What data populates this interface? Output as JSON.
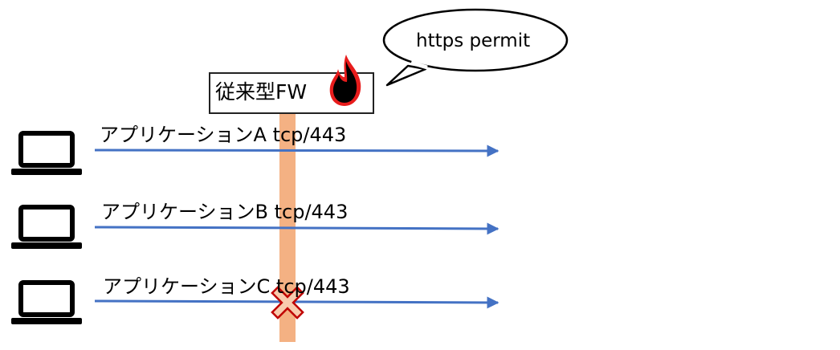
{
  "firewall": {
    "label": "従来型FW",
    "icon": "fire-icon"
  },
  "speech_bubble": {
    "text": "https permit"
  },
  "flows": [
    {
      "label": "アプリケーションA tcp/443",
      "blocked": false
    },
    {
      "label": "アプリケーションB tcp/443",
      "blocked": false
    },
    {
      "label": "アプリケーションC tcp/443",
      "blocked": true
    }
  ],
  "colors": {
    "arrow": "#4472C4",
    "firewall_band": "#F4B183",
    "block_mark": "#C00000",
    "flame_red": "#E81C1C",
    "flame_black": "#000000"
  }
}
